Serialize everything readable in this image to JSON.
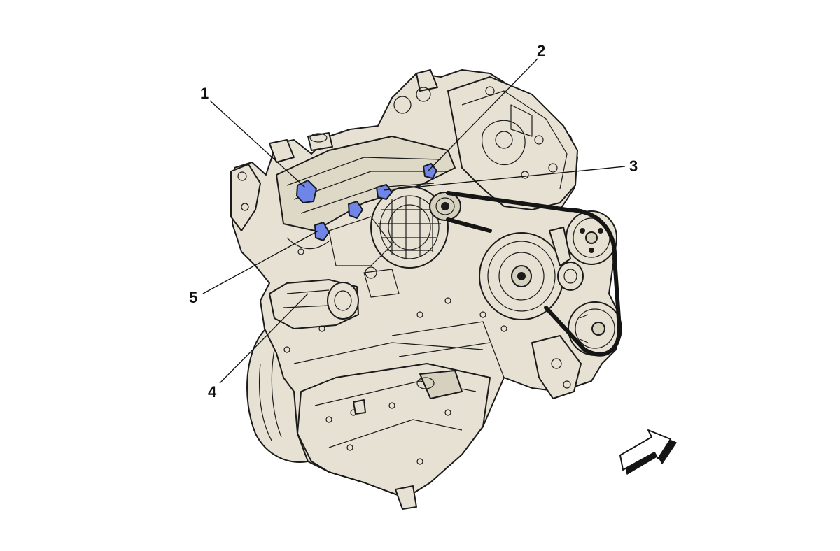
{
  "diagram": {
    "callouts": [
      {
        "id": "1",
        "label": "1"
      },
      {
        "id": "2",
        "label": "2"
      },
      {
        "id": "3",
        "label": "3"
      },
      {
        "id": "4",
        "label": "4"
      },
      {
        "id": "5",
        "label": "5"
      }
    ],
    "colors": {
      "casting": "#e6e1d3",
      "casting_shadow": "#d6d0bf",
      "outline": "#1b1b1b",
      "highlight_part": "#6f86e8",
      "belt": "#151515",
      "background": "#ffffff"
    },
    "direction_arrow_icon": "hollow-arrow-icon"
  }
}
